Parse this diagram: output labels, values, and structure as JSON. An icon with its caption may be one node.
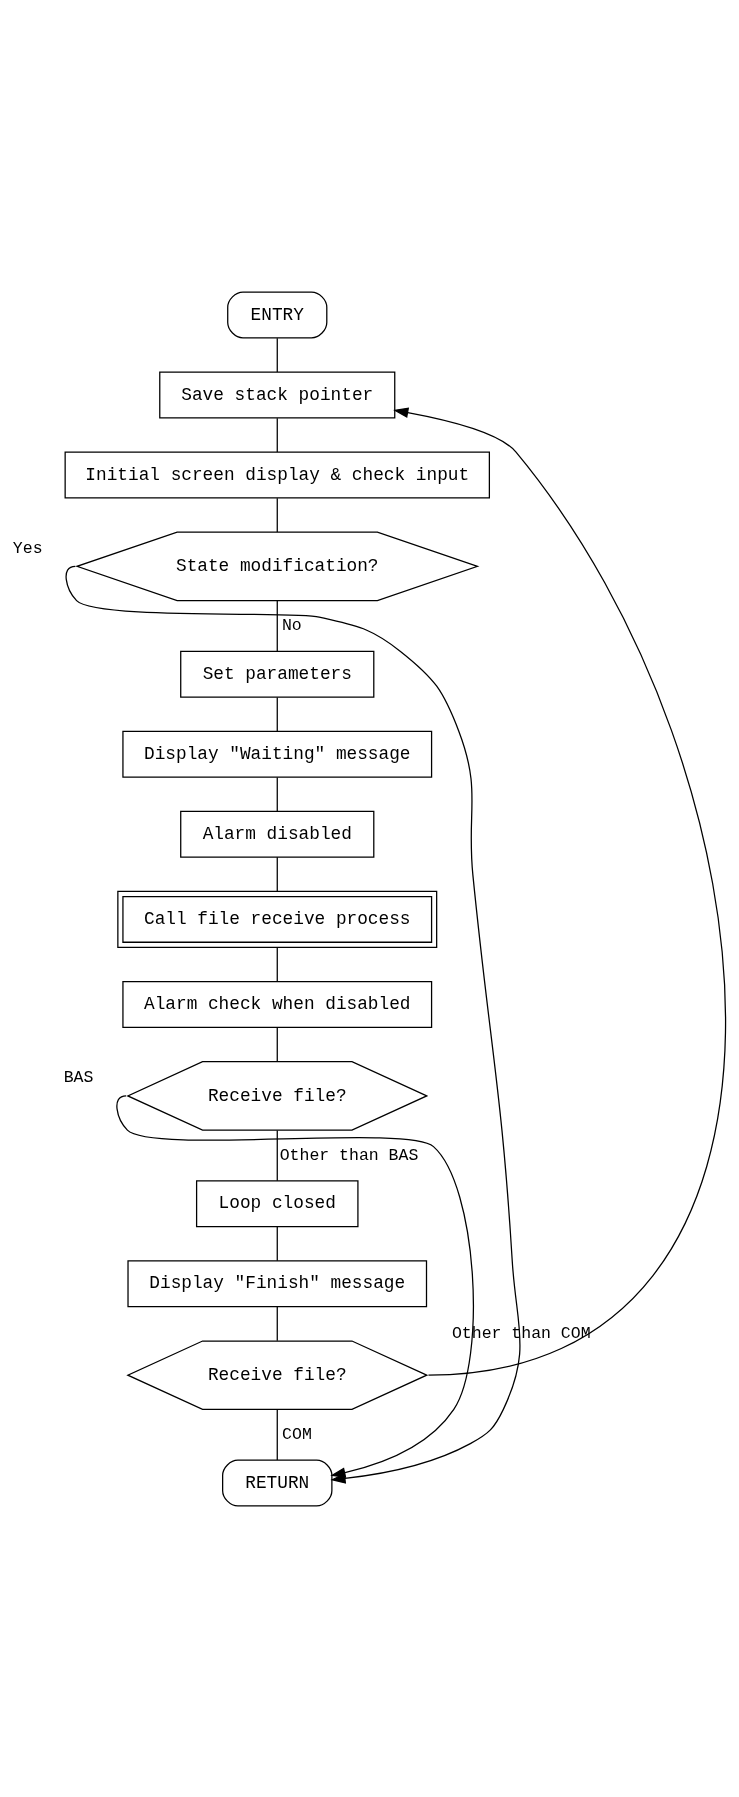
{
  "diagram": {
    "nodes": [
      {
        "text": [
          "ENTRY"
        ]
      },
      {
        "text": [
          "Save stack pointer"
        ]
      },
      {
        "text": [
          "Initial screen display & check input"
        ]
      },
      {
        "text": [
          "State modification?"
        ]
      },
      {
        "text": [
          "Set parameters"
        ]
      },
      {
        "text": [
          "Display \"Waiting\" message"
        ]
      },
      {
        "text": [
          "Alarm disabled"
        ]
      },
      {
        "text": [
          "Call file receive process"
        ]
      },
      {
        "text": [
          "Alarm check when disabled"
        ]
      },
      {
        "text": [
          "Receive file?"
        ]
      },
      {
        "text": [
          "Loop closed"
        ]
      },
      {
        "text": [
          "Display \"Finish\" message"
        ]
      },
      {
        "text": [
          "Receive file?"
        ]
      },
      {
        "text": [
          "RETURN"
        ]
      }
    ],
    "edges": [
      {
        "from": 0,
        "to": 1,
        "arrow": "none"
      },
      {
        "from": 1,
        "to": 2,
        "arrow": "none"
      },
      {
        "from": 2,
        "to": 3,
        "arrow": "none"
      },
      {
        "from": 3,
        "to": 4,
        "label": "No",
        "arrow": "none"
      },
      {
        "from": 4,
        "to": 5,
        "arrow": "none"
      },
      {
        "from": 5,
        "to": 6,
        "arrow": "none"
      },
      {
        "from": 6,
        "to": 7,
        "arrow": "none"
      },
      {
        "from": 7,
        "to": 8,
        "arrow": "none"
      },
      {
        "from": 8,
        "to": 9,
        "arrow": "none"
      },
      {
        "from": 9,
        "to": 10,
        "label": "Other than BAS",
        "arrow": "none"
      },
      {
        "from": 10,
        "to": 11,
        "arrow": "none"
      },
      {
        "from": 11,
        "to": 12,
        "arrow": "none"
      },
      {
        "from": 12,
        "to": 13,
        "label": "COM",
        "arrow": "none"
      },
      {
        "from": 3,
        "to": 13,
        "label": "Yes",
        "arrow": "to"
      },
      {
        "from": 9,
        "to": 13,
        "label": "BAS",
        "arrow": "to"
      },
      {
        "from": 12,
        "to": 1,
        "label": "Other than COM",
        "arrow": "to"
      }
    ]
  }
}
